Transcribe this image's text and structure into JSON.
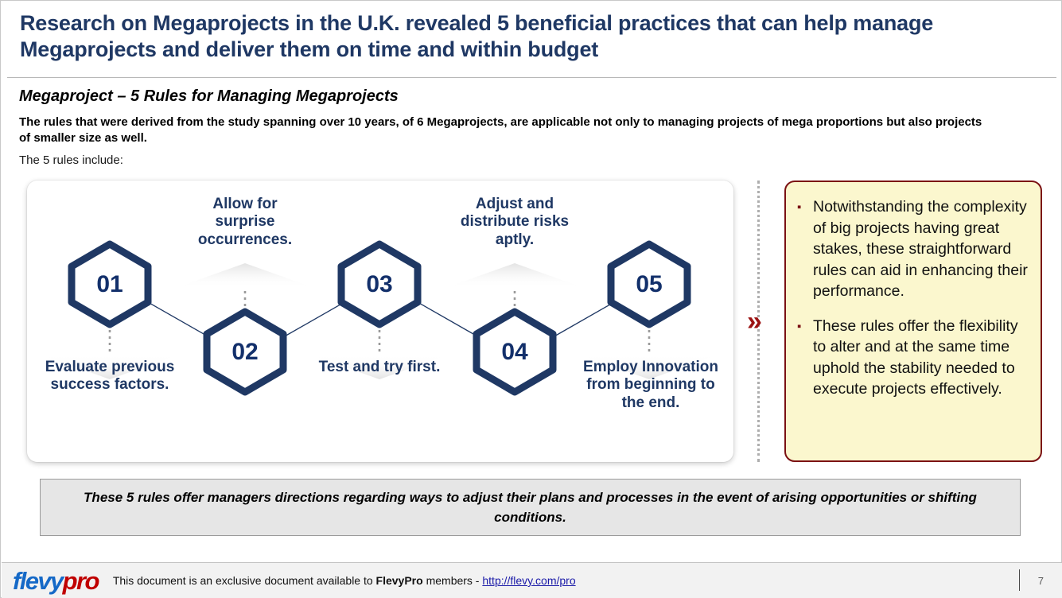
{
  "title": "Research on Megaprojects in the U.K. revealed 5 beneficial practices that can help manage Megaprojects and deliver them on time and within budget",
  "section": {
    "heading": "Megaproject – 5 Rules for Managing Megaprojects",
    "body": "The rules that were derived from the study spanning over 10 years, of 6 Megaprojects, are applicable not only to managing projects of mega proportions but also projects of smaller size as well.",
    "lead_in": "The 5 rules include:"
  },
  "diagram": {
    "steps": [
      {
        "number": "01",
        "label": "Evaluate previous success factors.",
        "label_position": "below"
      },
      {
        "number": "02",
        "label": "Allow for surprise occurrences.",
        "label_position": "above"
      },
      {
        "number": "03",
        "label": "Test and try first.",
        "label_position": "below"
      },
      {
        "number": "04",
        "label": "Adjust and distribute risks aptly.",
        "label_position": "above"
      },
      {
        "number": "05",
        "label": "Employ Innovation from beginning to the end.",
        "label_position": "below"
      }
    ],
    "hex_border_color": "#1F3864",
    "hex_fill_color": "#FFFFFF",
    "number_color": "#13306B",
    "label_color": "#1F3864"
  },
  "connector": {
    "icon": "double-chevron-right-icon",
    "glyph": "»",
    "color": "#9B1212"
  },
  "callout": {
    "bullet_glyph": "▪",
    "bullet_color": "#7B1113",
    "border_color": "#7B1113",
    "background_color": "#FBF7CE",
    "bullets": [
      "Notwithstanding the complexity of big projects having great stakes, these straightforward rules can aid in enhancing their performance.",
      "These rules offer the flexibility to alter and at the same time uphold the stability needed to execute projects effectively."
    ]
  },
  "summary": {
    "text": "These 5 rules offer managers directions regarding ways to adjust their plans and processes in the event of arising opportunities or shifting conditions.",
    "background_color": "#E6E6E6"
  },
  "footer": {
    "logo_part1": "flevy",
    "logo_part2": "pro",
    "logo_color1": "#1569C7",
    "logo_color2": "#C00000",
    "text_before": "This document is an exclusive document available to ",
    "brand": "FlevyPro",
    "text_after": " members - ",
    "link": "http://flevy.com/pro",
    "page_number": "7"
  }
}
